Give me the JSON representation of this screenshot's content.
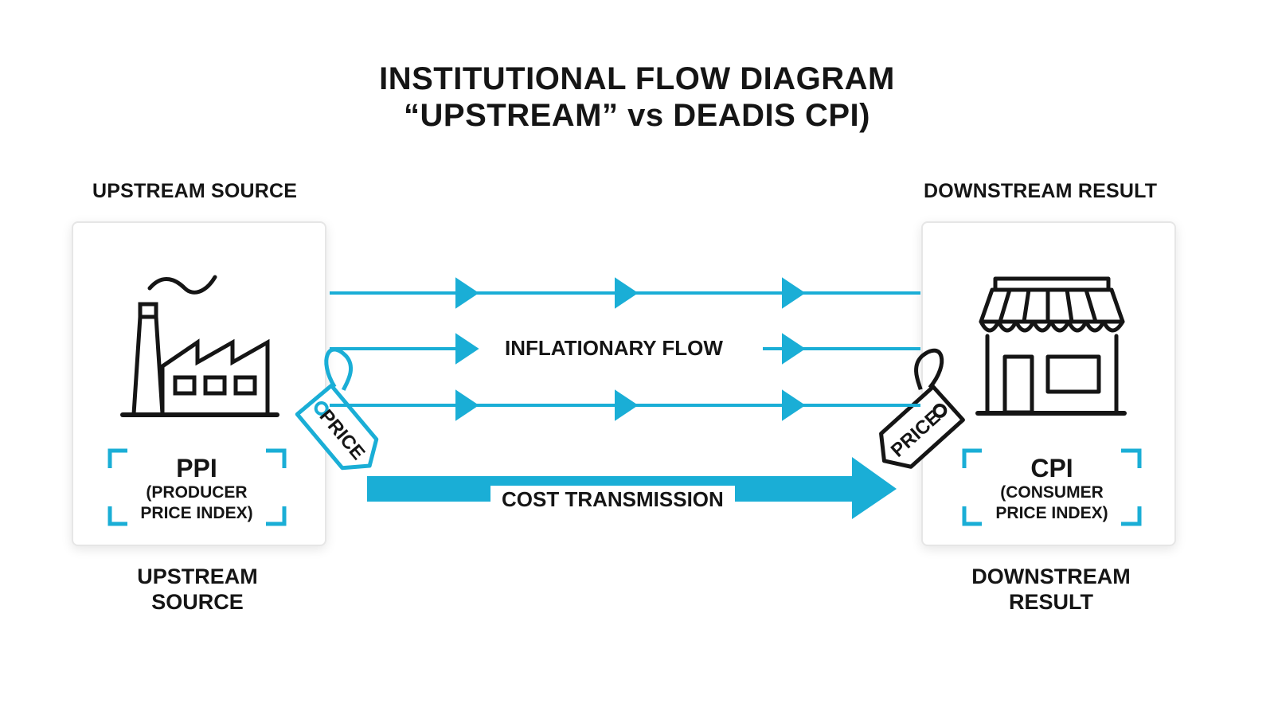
{
  "title": {
    "line1": "INSTITUTIONAL FLOW DIAGRAM",
    "line2": "“UPSTREAM” vs DEADIS CPI)"
  },
  "left": {
    "header": "UPSTREAM SOURCE",
    "abbr": "PPI",
    "full_line1": "(PRODUCER",
    "full_line2": "PRICE INDEX)",
    "tag": "PRICE",
    "footer_line1": "UPSTREAM",
    "footer_line2": "SOURCE",
    "icon": "factory-icon"
  },
  "right": {
    "header": "DOWNSTREAM RESULT",
    "abbr": "CPI",
    "full_line1": "(CONSUMER",
    "full_line2": "PRICE INDEX)",
    "tag": "PRICE",
    "footer_line1": "DOWNSTREAM",
    "footer_line2": "RESULT",
    "icon": "storefront-icon"
  },
  "flows": {
    "inflationary": "INFLATIONARY FLOW",
    "transmission": "COST TRANSMISSION"
  },
  "colors": {
    "accent": "#1aaed6",
    "ink": "#151515"
  }
}
